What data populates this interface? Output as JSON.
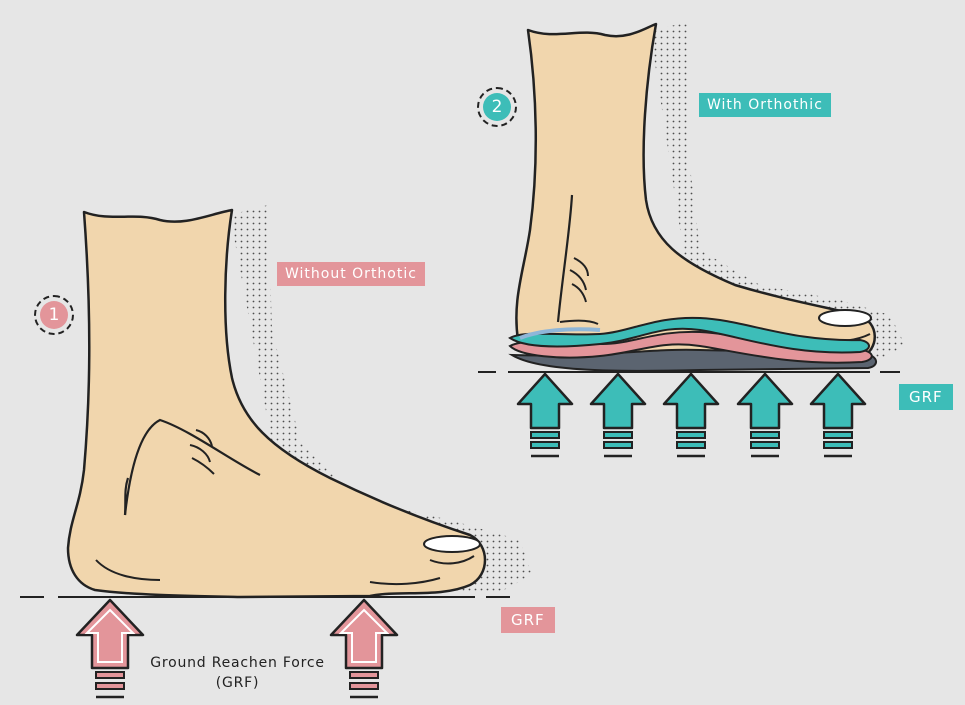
{
  "labels": {
    "without_orthotic": "Without Orthotic",
    "with_orthotic": "With Orthothic",
    "grf_left": "GRF",
    "grf_right": "GRF",
    "caption_line1": "Ground Reachen Force",
    "caption_line2": "(GRF)",
    "step1": "1",
    "step2": "2"
  },
  "colors": {
    "background": "#e6e6e6",
    "skin": "#f1d6ad",
    "outline": "#222222",
    "pink": "#e3959a",
    "teal": "#3dbdb8",
    "insole_blue": "#8fb6d8",
    "insole_dark": "#5b6470"
  },
  "icons": [
    "up-arrow-icon",
    "foot-illustration",
    "insole-illustration"
  ]
}
